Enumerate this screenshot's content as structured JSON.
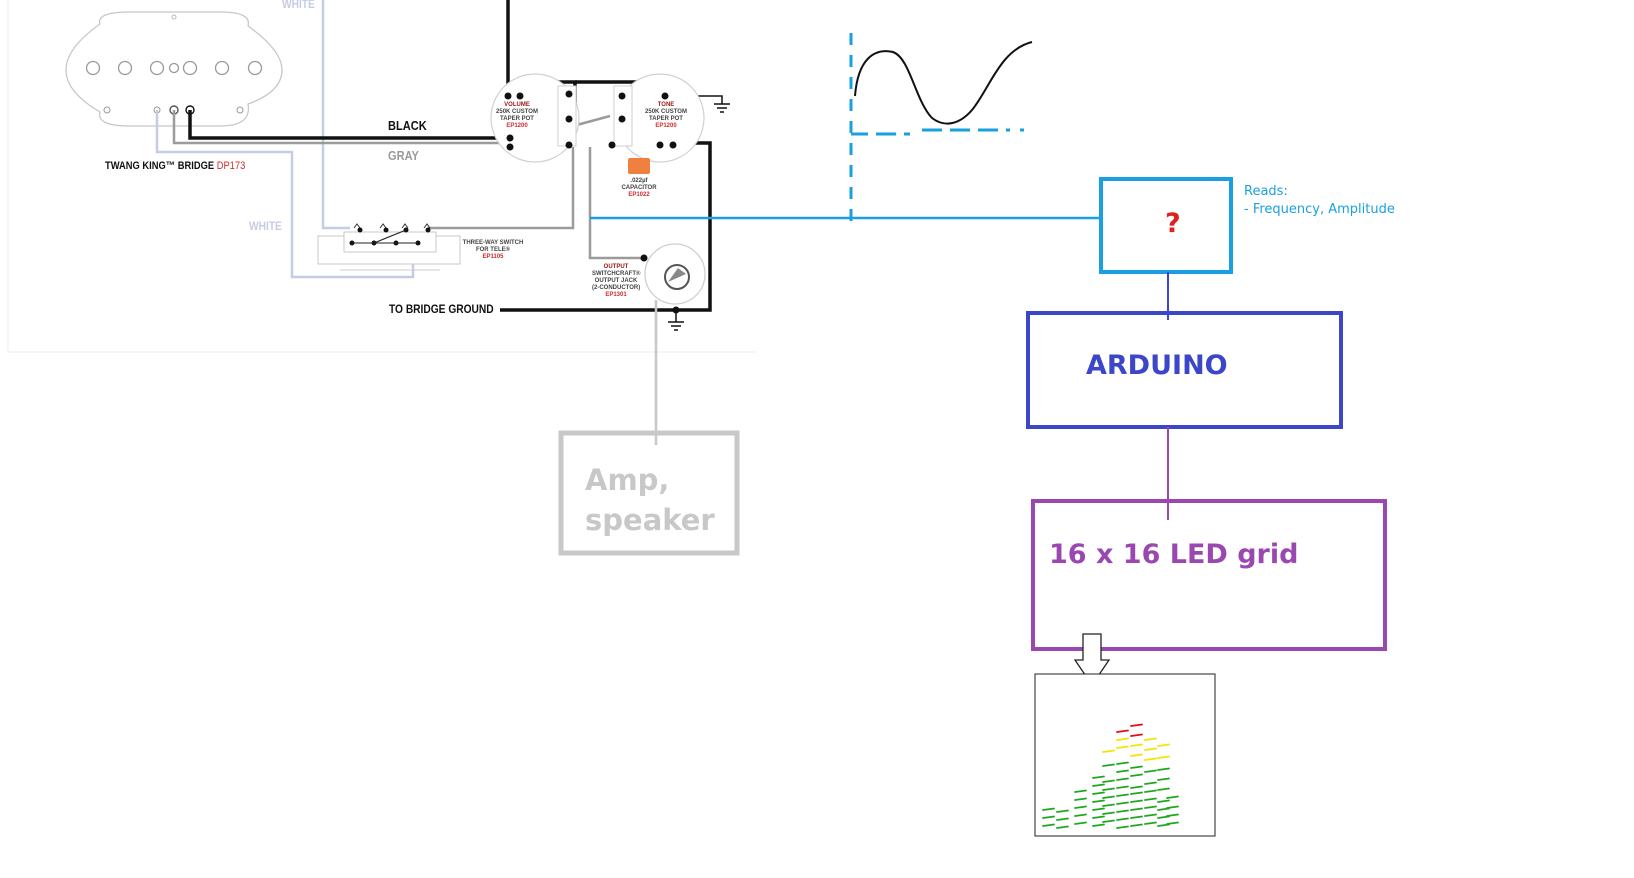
{
  "wiring": {
    "pickup_label": "TWANG KING™ BRIDGE",
    "pickup_code": "DP173",
    "wire_black": "BLACK",
    "wire_gray": "GRAY",
    "wire_white_top": "WHITE",
    "wire_white_mid": "WHITE",
    "bridge_ground": "TO BRIDGE GROUND",
    "volume": {
      "title": "VOLUME",
      "line1": "250K CUSTOM",
      "line2": "TAPER POT",
      "code": "EP1200"
    },
    "tone": {
      "title": "TONE",
      "line1": "250K CUSTOM",
      "line2": "TAPER POT",
      "code": "EP1200"
    },
    "capacitor": {
      "line1": ".022µf",
      "line2": "CAPACITOR",
      "code": "EP1022"
    },
    "switch": {
      "line1": "THREE-WAY SWITCH",
      "line2": "FOR TELE®",
      "code": "EP1105"
    },
    "output": {
      "title": "OUTPUT",
      "line1": "SWITCHCRAFT®",
      "line2": "OUTPUT JACK",
      "line3": "(2-CONDUCTOR)",
      "code": "EP1301"
    }
  },
  "blocks": {
    "amp": {
      "line1": "Amp,",
      "line2": "speaker"
    },
    "unknown": {
      "label": "?"
    },
    "reads": {
      "title": "Reads:",
      "item": "- Frequency, Amplitude"
    },
    "arduino": {
      "label": "ARDUINO"
    },
    "led_grid": {
      "label": "16 x 16 LED grid"
    }
  },
  "colors": {
    "signal": "#1aa0e0",
    "arduino": "#3b46c8",
    "led": "#9a48b0",
    "amp": "#c8c8c8",
    "question": "#e02020",
    "wire_white": "#c6cce6",
    "wire_gray": "#9b9b9b",
    "led_green": "#1fa81f",
    "led_yellow": "#f2e600",
    "led_red": "#e01010"
  }
}
